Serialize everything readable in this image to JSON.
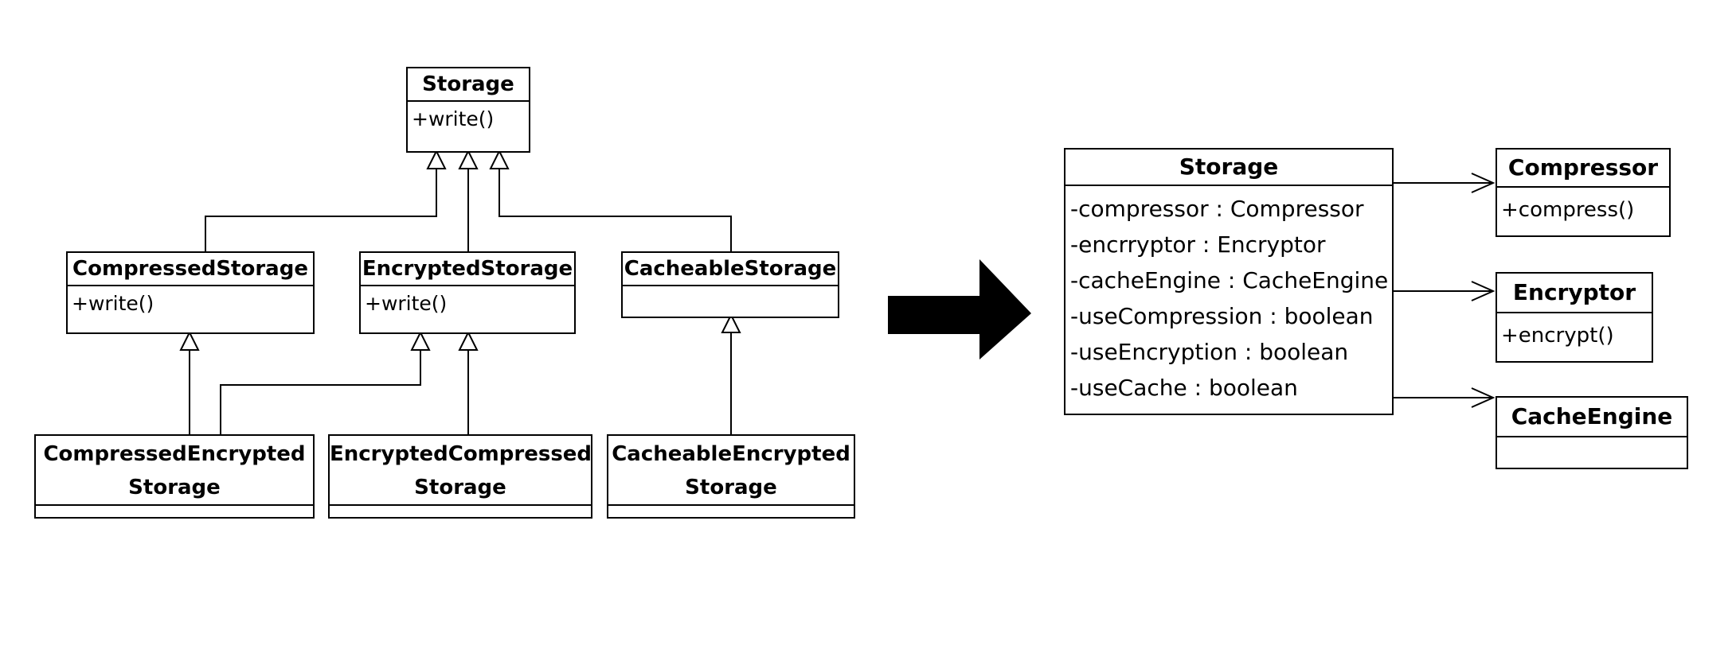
{
  "left": {
    "storage": {
      "name": "Storage",
      "ops": [
        "+write()"
      ]
    },
    "compressed_storage": {
      "name": "CompressedStorage",
      "ops": [
        "+write()"
      ]
    },
    "encrypted_storage": {
      "name": "EncryptedStorage",
      "ops": [
        "+write()"
      ]
    },
    "cacheable_storage": {
      "name": "CacheableStorage",
      "ops": []
    },
    "compressed_encrypted_storage": {
      "name_line1": "CompressedEncrypted",
      "name_line2": "Storage"
    },
    "encrypted_compressed_storage": {
      "name_line1": "EncryptedCompressed",
      "name_line2": "Storage"
    },
    "cacheable_encrypted_storage": {
      "name_line1": "CacheableEncrypted",
      "name_line2": "Storage"
    }
  },
  "right": {
    "storage": {
      "name": "Storage",
      "attributes": [
        "-compressor : Compressor",
        "-encrryptor : Encryptor",
        "-cacheEngine : CacheEngine",
        "-useCompression : boolean",
        "-useEncryption : boolean",
        "-useCache : boolean"
      ]
    },
    "compressor": {
      "name": "Compressor",
      "ops": [
        "+compress()"
      ]
    },
    "encryptor": {
      "name": "Encryptor",
      "ops": [
        "+encrypt()"
      ]
    },
    "cache_engine": {
      "name": "CacheEngine",
      "ops": []
    }
  },
  "arrow": {
    "color": "#000000"
  }
}
